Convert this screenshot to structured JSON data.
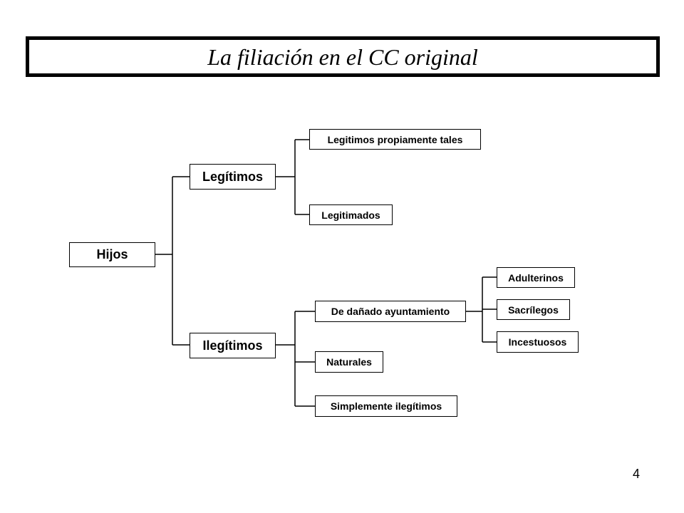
{
  "title": "La filiación en el CC original",
  "tree": {
    "root": "Hijos",
    "legitimos": {
      "label": "Legítimos",
      "children": [
        "Legitimos propiamente tales",
        "Legitimados"
      ]
    },
    "ilegitimos": {
      "label": "Ilegítimos",
      "children": [
        {
          "label": "De dañado ayuntamiento",
          "children": [
            "Adulterinos",
            "Sacrílegos",
            "Incestuosos"
          ]
        },
        {
          "label": "Naturales"
        },
        {
          "label": "Simplemente ilegítimos"
        }
      ]
    }
  },
  "page_number": "4"
}
